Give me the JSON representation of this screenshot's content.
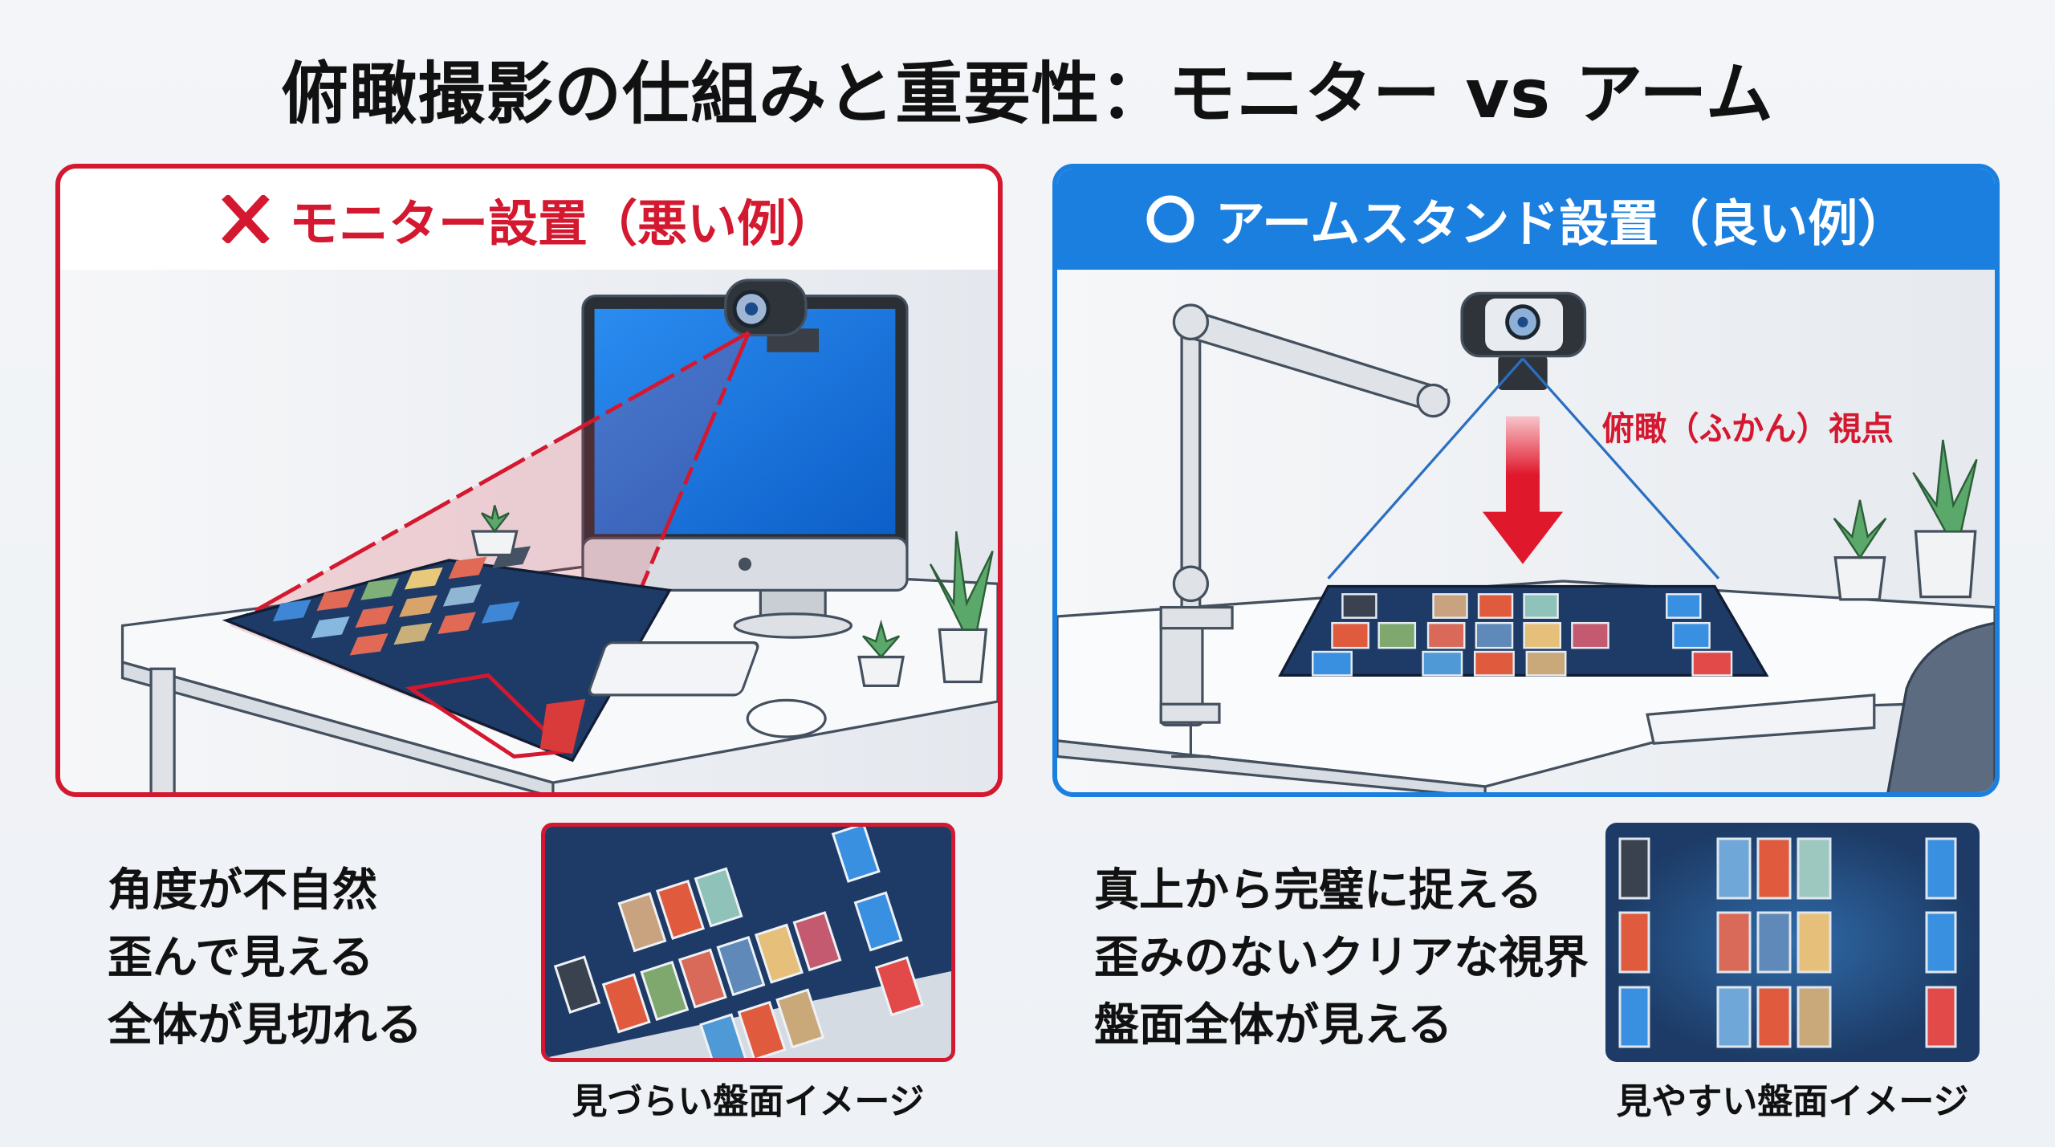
{
  "title": "俯瞰撮影の仕組みと重要性：モニター vs アーム",
  "left_panel": {
    "mark_icon": "cross-icon",
    "heading": "モニター設置（悪い例）",
    "bullets": [
      "角度が不自然",
      "歪んで見える",
      "全体が見切れる"
    ],
    "thumbnail_caption": "見づらい盤面イメージ"
  },
  "right_panel": {
    "mark_icon": "circle-icon",
    "heading": "アームスタンド設置（良い例）",
    "viewpoint_label": "俯瞰（ふかん）視点",
    "bullets": [
      "真上から完璧に捉える",
      "歪みのないクリアな視界",
      "盤面全体が見える"
    ],
    "thumbnail_caption": "見やすい盤面イメージ"
  },
  "colors": {
    "bad": "#d4182f",
    "good": "#1b7fe0",
    "mat": "#1d3b66"
  }
}
